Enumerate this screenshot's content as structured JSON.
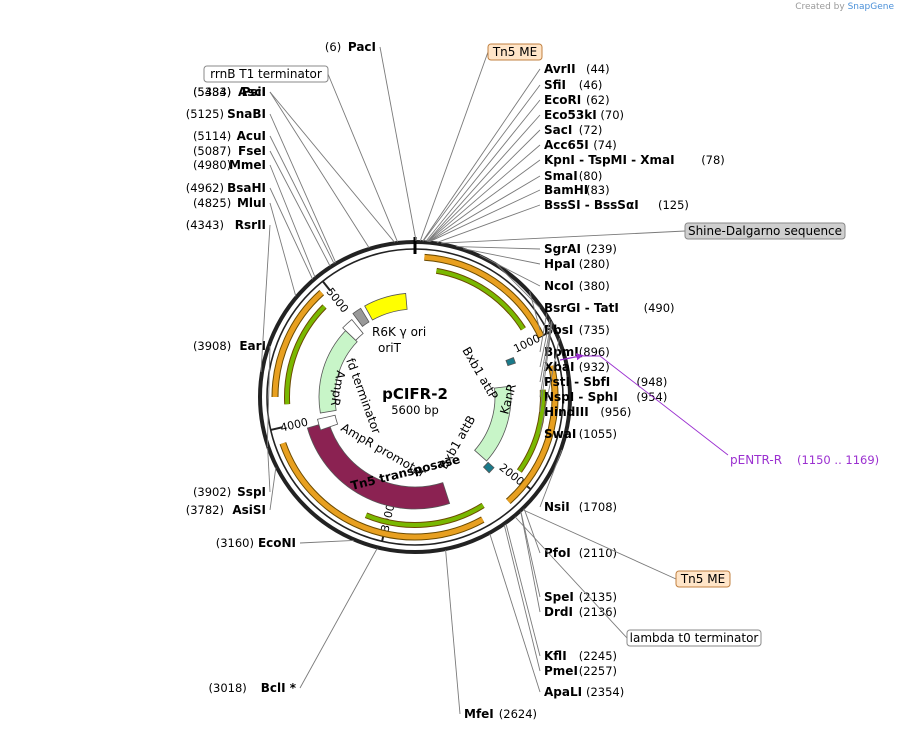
{
  "credit": {
    "prefix": "Created by",
    "brand": "SnapGene"
  },
  "plasmid": {
    "name": "pCIFR-2",
    "length_label": "5600 bp",
    "length": 5600
  },
  "ticks": [
    {
      "bp": 1000,
      "label": "1000"
    },
    {
      "bp": 2000,
      "label": "2000"
    },
    {
      "bp": 3000,
      "label": "3000"
    },
    {
      "bp": 4000,
      "label": "4000"
    },
    {
      "bp": 5000,
      "label": "5000"
    }
  ],
  "sites": [
    {
      "enzyme": "PacI",
      "pos": "(6)",
      "bp": 6,
      "side": "left"
    },
    {
      "enzyme": "AvrII",
      "pos": "(44)",
      "bp": 44,
      "side": "right"
    },
    {
      "enzyme": "SfiI",
      "pos": "(46)",
      "bp": 46,
      "side": "right"
    },
    {
      "enzyme": "EcoRI",
      "pos": "(62)",
      "bp": 62,
      "side": "right"
    },
    {
      "enzyme": "Eco53kI",
      "pos": "(70)",
      "bp": 70,
      "side": "right"
    },
    {
      "enzyme": "SacI",
      "pos": "(72)",
      "bp": 72,
      "side": "right"
    },
    {
      "enzyme": "Acc65I",
      "pos": "(74)",
      "bp": 74,
      "side": "right"
    },
    {
      "enzyme": "KpnI  - TspMI  - XmaI",
      "pos": "(78)",
      "bp": 78,
      "side": "right"
    },
    {
      "enzyme": "SmaI",
      "pos": "(80)",
      "bp": 80,
      "side": "right"
    },
    {
      "enzyme": "BamHI",
      "pos": "(83)",
      "bp": 83,
      "side": "right"
    },
    {
      "enzyme": "BssSI  - BssSαI",
      "pos": "(125)",
      "bp": 125,
      "side": "right"
    },
    {
      "enzyme": "SgrAI",
      "pos": "(239)",
      "bp": 239,
      "side": "right"
    },
    {
      "enzyme": "HpaI",
      "pos": "(280)",
      "bp": 280,
      "side": "right"
    },
    {
      "enzyme": "NcoI",
      "pos": "(380)",
      "bp": 380,
      "side": "right"
    },
    {
      "enzyme": "BsrGI  - TatI",
      "pos": "(490)",
      "bp": 490,
      "side": "right"
    },
    {
      "enzyme": "BbsI",
      "pos": "(735)",
      "bp": 735,
      "side": "right"
    },
    {
      "enzyme": "BpmI",
      "pos": "(896)",
      "bp": 896,
      "side": "right"
    },
    {
      "enzyme": "XbaI",
      "pos": "(932)",
      "bp": 932,
      "side": "right"
    },
    {
      "enzyme": "PstI  - SbfI",
      "pos": "(948)",
      "bp": 948,
      "side": "right"
    },
    {
      "enzyme": "NspI  - SphI",
      "pos": "(954)",
      "bp": 954,
      "side": "right"
    },
    {
      "enzyme": "HindIII",
      "pos": "(956)",
      "bp": 956,
      "side": "right"
    },
    {
      "enzyme": "SwaI",
      "pos": "(1055)",
      "bp": 1055,
      "side": "right"
    },
    {
      "enzyme": "NsiI",
      "pos": "(1708)",
      "bp": 1708,
      "side": "right"
    },
    {
      "enzyme": "PfoI",
      "pos": "(2110)",
      "bp": 2110,
      "side": "right"
    },
    {
      "enzyme": "SpeI",
      "pos": "(2135)",
      "bp": 2135,
      "side": "right"
    },
    {
      "enzyme": "DrdI",
      "pos": "(2136)",
      "bp": 2136,
      "side": "right"
    },
    {
      "enzyme": "KflI",
      "pos": "(2245)",
      "bp": 2245,
      "side": "right"
    },
    {
      "enzyme": "PmeI",
      "pos": "(2257)",
      "bp": 2257,
      "side": "right"
    },
    {
      "enzyme": "ApaLI",
      "pos": "(2354)",
      "bp": 2354,
      "side": "right"
    },
    {
      "enzyme": "MfeI",
      "pos": "(2624)",
      "bp": 2624,
      "side": "right"
    },
    {
      "enzyme": "BclI *",
      "pos": "(3018)",
      "bp": 3018,
      "side": "left"
    },
    {
      "enzyme": "EcoNI",
      "pos": "(3160)",
      "bp": 3160,
      "side": "left"
    },
    {
      "enzyme": "AsiSI",
      "pos": "(3782)",
      "bp": 3782,
      "side": "left"
    },
    {
      "enzyme": "SspI",
      "pos": "(3902)",
      "bp": 3902,
      "side": "left"
    },
    {
      "enzyme": "EarI",
      "pos": "(3908)",
      "bp": 3908,
      "side": "left"
    },
    {
      "enzyme": "RsrII",
      "pos": "(4343)",
      "bp": 4343,
      "side": "left"
    },
    {
      "enzyme": "MluI",
      "pos": "(4825)",
      "bp": 4825,
      "side": "left"
    },
    {
      "enzyme": "BsaHI",
      "pos": "(4962)",
      "bp": 4962,
      "side": "left"
    },
    {
      "enzyme": "MmeI",
      "pos": "(4980)",
      "bp": 4980,
      "side": "left"
    },
    {
      "enzyme": "FseI",
      "pos": "(5087)",
      "bp": 5087,
      "side": "left"
    },
    {
      "enzyme": "AcuI",
      "pos": "(5114)",
      "bp": 5114,
      "side": "left"
    },
    {
      "enzyme": "SnaBI",
      "pos": "(5125)",
      "bp": 5125,
      "side": "left"
    },
    {
      "enzyme": "PsiI",
      "pos": "(5334)",
      "bp": 5334,
      "side": "left"
    },
    {
      "enzyme": "AscI",
      "pos": "(5483)",
      "bp": 5483,
      "side": "left"
    }
  ],
  "boxed_labels": [
    {
      "text": "Tn5 ME",
      "bp": 30,
      "style": "orange"
    },
    {
      "text": "rrnB T1 terminator",
      "bp": 5500,
      "style": "plain"
    },
    {
      "text": "Shine-Dalgarno sequence",
      "bp": 150,
      "style": "gray"
    },
    {
      "text": "Tn5 ME",
      "bp": 2120,
      "style": "orange"
    },
    {
      "text": "lambda t0 terminator",
      "bp": 2180,
      "style": "plain"
    }
  ],
  "primer": {
    "name": "pENTR-R",
    "range": "(1150 .. 1169)",
    "color": "#9b30d0"
  },
  "features": [
    {
      "name": "R6K γ ori",
      "start": 5150,
      "end": 5520,
      "color": "#ffff00",
      "direction": 1
    },
    {
      "name": "oriT",
      "start": 5030,
      "end": 5110,
      "color": "#999999",
      "direction": 0
    },
    {
      "name": "Bxb1 attP",
      "start": 1060,
      "end": 1110,
      "color": "#1a7a8a",
      "direction": 0
    },
    {
      "name": "KanR",
      "start": 1300,
      "end": 2050,
      "color": "#c8f5c8",
      "direction": 1
    },
    {
      "name": "Bxb1 attB",
      "start": 2050,
      "end": 2110,
      "color": "#1a7a8a",
      "direction": 0
    },
    {
      "name": "Tn5 transposase",
      "start": 2520,
      "end": 3950,
      "color": "#8b2252",
      "direction": -1
    },
    {
      "name": "AmpR promoter",
      "start": 3900,
      "end": 4000,
      "color": "#ffffff",
      "direction": -1
    },
    {
      "name": "AmpR",
      "start": 4050,
      "end": 4880,
      "color": "#c8f5c8",
      "direction": -1
    },
    {
      "name": "fd terminator",
      "start": 4880,
      "end": 4990,
      "color": "#ffffff",
      "direction": 0
    }
  ],
  "colors": {
    "orf": "#e8a020",
    "orf_line": "#4a7a00",
    "backbone": "#222222"
  }
}
